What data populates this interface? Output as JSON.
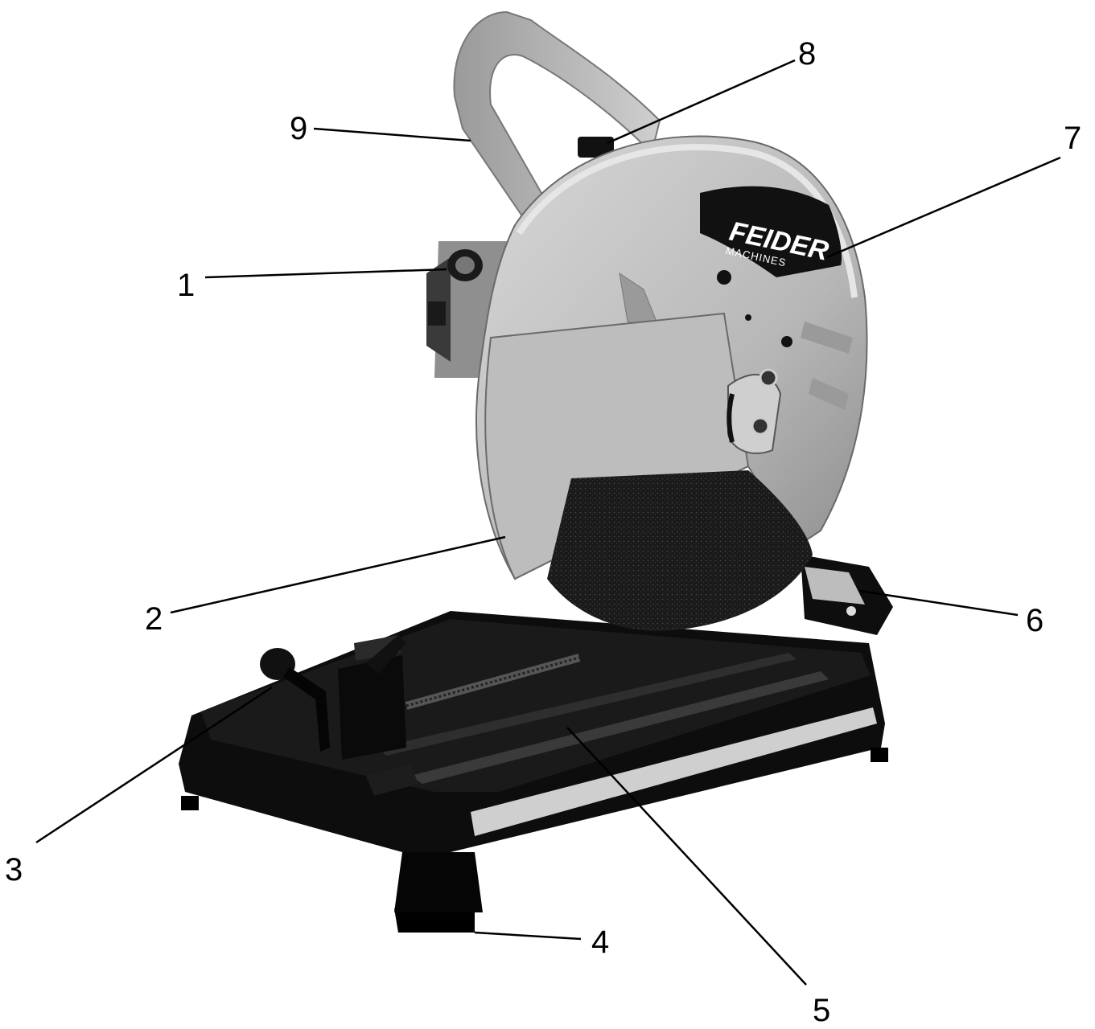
{
  "logo": {
    "brand": "FEIDER",
    "sub": "MACHINES"
  },
  "callouts": [
    {
      "id": "1",
      "label": "1"
    },
    {
      "id": "2",
      "label": "2"
    },
    {
      "id": "3",
      "label": "3"
    },
    {
      "id": "4",
      "label": "4"
    },
    {
      "id": "5",
      "label": "5"
    },
    {
      "id": "6",
      "label": "6"
    },
    {
      "id": "7",
      "label": "7"
    },
    {
      "id": "8",
      "label": "8"
    },
    {
      "id": "9",
      "label": "9"
    }
  ],
  "colors": {
    "guard_light": "#c9c9c9",
    "guard_mid": "#a9a9a9",
    "guard_dark": "#7a7a7a",
    "base": "#0d0d0d",
    "disc": "#1e1e1e"
  }
}
